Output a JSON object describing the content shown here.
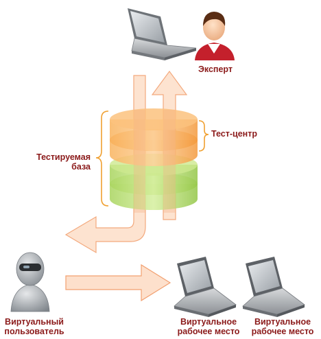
{
  "diagram": {
    "labels": {
      "expert": "Эксперт",
      "test_center": "Тест-центр",
      "tested_db_line1": "Тестируемая",
      "tested_db_line2": "база",
      "virtual_user_line1": "Виртуальный",
      "virtual_user_line2": "пользователь",
      "workstation_1_line1": "Виртуальное",
      "workstation_1_line2": "рабочее место",
      "workstation_2_line1": "Виртуальное",
      "workstation_2_line2": "рабочее место"
    },
    "colors": {
      "label_text": "#8b1a1a",
      "arrow_fill": "#fde0cc",
      "arrow_stroke": "#f2a070",
      "bracket": "#f0a030",
      "db_orange": "#f7a24a",
      "db_green": "#a6d45a"
    },
    "icons": [
      "laptop-icon",
      "expert-avatar-icon",
      "database-icon",
      "virtual-user-icon",
      "laptop-icon",
      "laptop-icon"
    ]
  }
}
